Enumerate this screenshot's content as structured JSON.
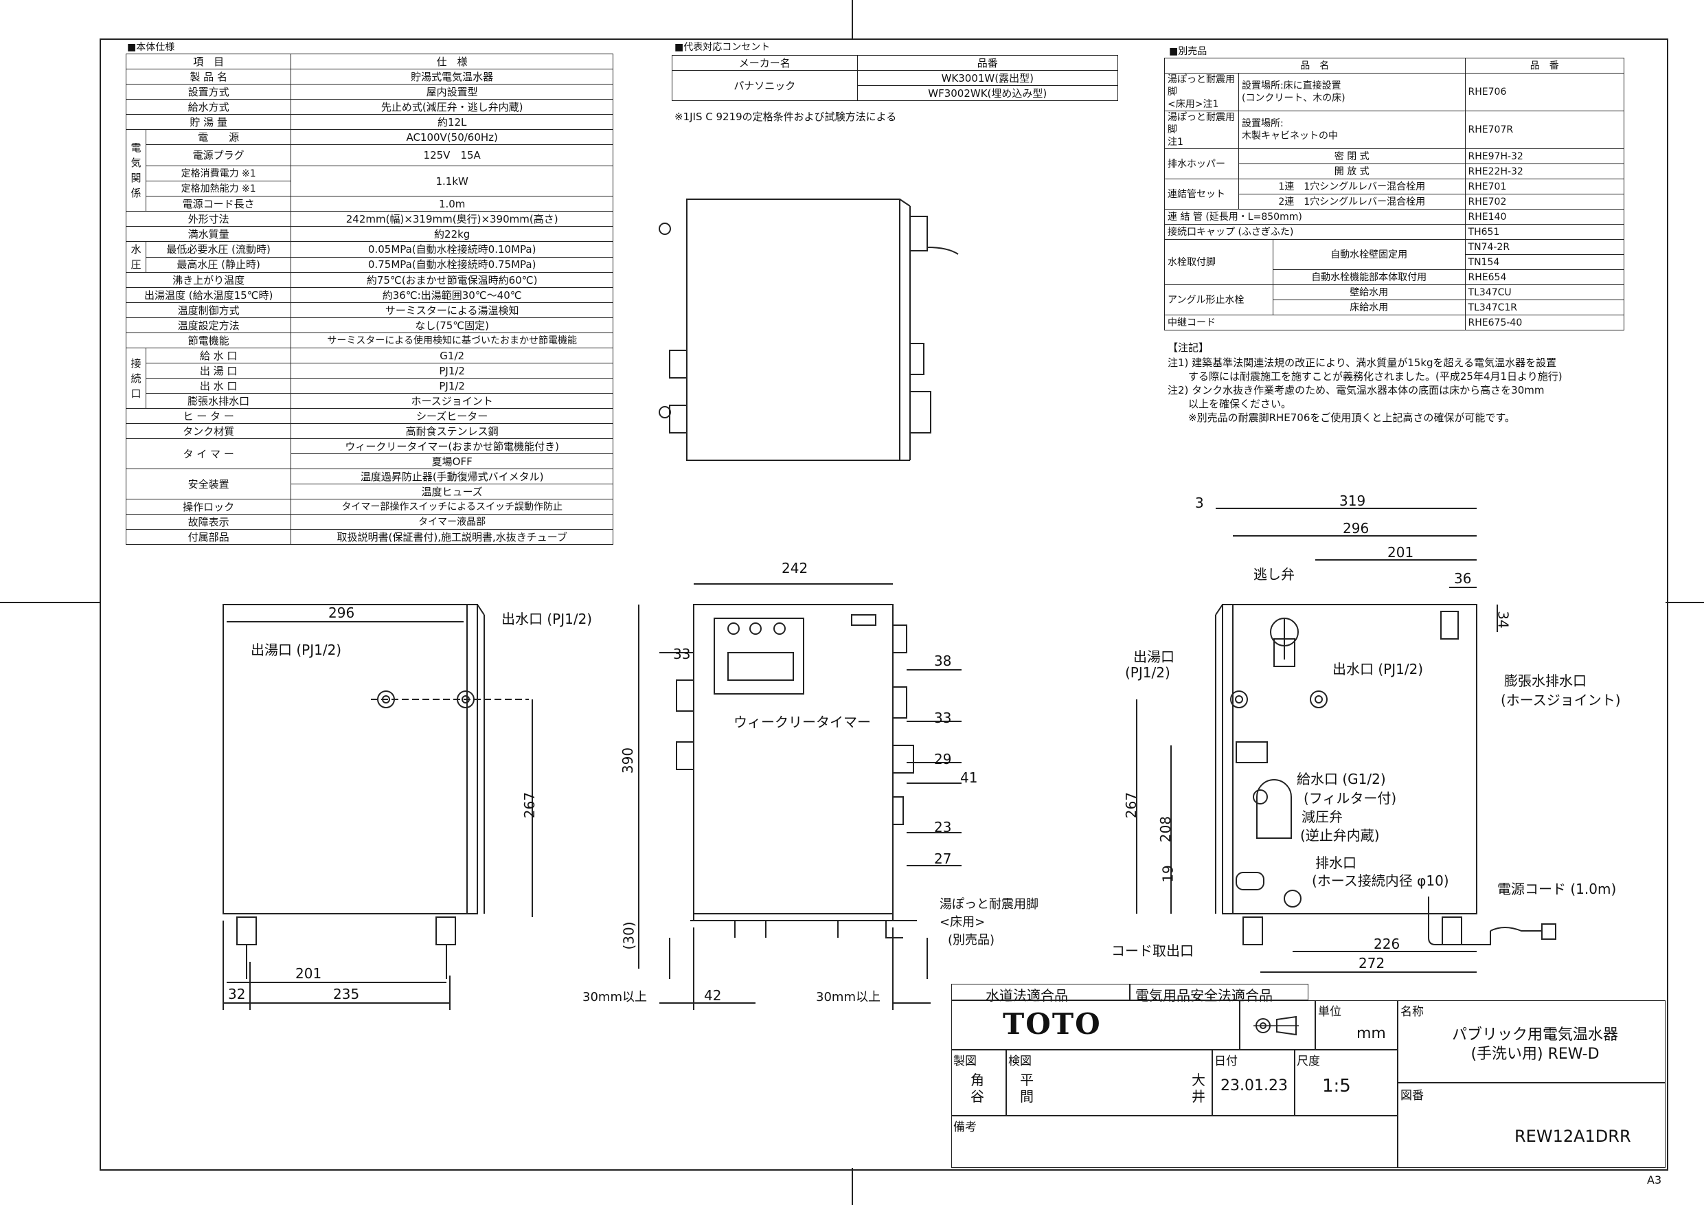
{
  "spec": {
    "title": "■本体仕様",
    "header": [
      "項　目",
      "仕　様"
    ],
    "rows": [
      {
        "group": "",
        "item": "製 品 名",
        "value": "貯湯式電気温水器"
      },
      {
        "group": "",
        "item": "設置方式",
        "value": "屋内設置型"
      },
      {
        "group": "",
        "item": "給水方式",
        "value": "先止め式(減圧弁・逃し弁内蔵)"
      },
      {
        "group": "",
        "item": "貯 湯 量",
        "value": "約12L"
      },
      {
        "group": "電気関係",
        "item": "電　　源",
        "value": "AC100V(50/60Hz)"
      },
      {
        "group": "電気関係",
        "item": "電源プラグ",
        "value": "125V　15A"
      },
      {
        "group": "電気関係",
        "item": "定格消費電力 ※1",
        "value": "1.1kW"
      },
      {
        "group": "電気関係",
        "item": "定格加熱能力 ※1",
        "value": ""
      },
      {
        "group": "電気関係",
        "item": "電源コード長さ",
        "value": "1.0m"
      },
      {
        "group": "",
        "item": "外形寸法",
        "value": "242mm(幅)×319mm(奥行)×390mm(高さ)"
      },
      {
        "group": "",
        "item": "満水質量",
        "value": "約22kg"
      },
      {
        "group": "水圧",
        "item": "最低必要水圧 (流動時)",
        "value": "0.05MPa(自動水栓接続時0.10MPa)"
      },
      {
        "group": "水圧",
        "item": "最高水圧 (静止時)",
        "value": "0.75MPa(自動水栓接続時0.75MPa)"
      },
      {
        "group": "",
        "item": "沸き上がり温度",
        "value": "約75℃(おまかせ節電保温時約60℃)"
      },
      {
        "group": "",
        "item": "出湯温度 (給水温度15℃時)",
        "value": "約36℃:出湯範囲30℃〜40℃"
      },
      {
        "group": "",
        "item": "温度制御方式",
        "value": "サーミスターによる湯温検知"
      },
      {
        "group": "",
        "item": "温度設定方法",
        "value": "なし(75℃固定)"
      },
      {
        "group": "",
        "item": "節電機能",
        "value": "サーミスターによる使用検知に基づいたおまかせ節電機能"
      },
      {
        "group": "接続口",
        "item": "給 水 口",
        "value": "G1/2"
      },
      {
        "group": "接続口",
        "item": "出 湯 口",
        "value": "PJ1/2"
      },
      {
        "group": "接続口",
        "item": "出 水 口",
        "value": "PJ1/2"
      },
      {
        "group": "接続口",
        "item": "膨張水排水口",
        "value": "ホースジョイント"
      },
      {
        "group": "",
        "item": "ヒ ー タ ー",
        "value": "シーズヒーター"
      },
      {
        "group": "",
        "item": "タンク材質",
        "value": "高耐食ステンレス鋼"
      },
      {
        "group": "",
        "item": "タ イ マ ー",
        "value": "ウィークリータイマー(おまかせ節電機能付き)"
      },
      {
        "group": "",
        "item": "",
        "value": "夏場OFF"
      },
      {
        "group": "",
        "item": "安全装置",
        "value": "温度過昇防止器(手動復帰式バイメタル)"
      },
      {
        "group": "",
        "item": "",
        "value": "温度ヒューズ"
      },
      {
        "group": "",
        "item": "操作ロック",
        "value": "タイマー部操作スイッチによるスイッチ誤動作防止"
      },
      {
        "group": "",
        "item": "故障表示",
        "value": "タイマー液晶部"
      },
      {
        "group": "",
        "item": "付属部品",
        "value": "取扱説明書(保証書付),施工説明書,水抜きチューブ"
      }
    ],
    "group_labels": {
      "elec": "電気関係",
      "water": "水圧",
      "conn": "接続口"
    }
  },
  "outlet": {
    "title": "■代表対応コンセント",
    "header": [
      "メーカー名",
      "品番"
    ],
    "maker": "パナソニック",
    "parts": [
      "WK3001W(露出型)",
      "WF3002WK(埋め込み型)"
    ],
    "footnote": "※1JIS C 9219の定格条件および試験方法による"
  },
  "options": {
    "title": "■別売品",
    "header": [
      "品　名",
      "品　番"
    ],
    "rows": [
      {
        "name": "湯ぽっと耐震用脚\n<床用>注1",
        "detail": "設置場所:床に直接設置\n(コンクリート、木の床)",
        "code": "RHE706"
      },
      {
        "name": "湯ぽっと耐震用脚\n注1",
        "detail": "設置場所:\n木製キャビネットの中",
        "code": "RHE707R"
      },
      {
        "name": "排水ホッパー",
        "detail": "密 閉 式",
        "code": "RHE97H-32"
      },
      {
        "name": "",
        "detail": "開 放 式",
        "code": "RHE22H-32"
      },
      {
        "name": "連結管セット",
        "detail": "1連　1穴シングルレバー混合栓用",
        "code": "RHE701"
      },
      {
        "name": "",
        "detail": "2連　1穴シングルレバー混合栓用",
        "code": "RHE702"
      },
      {
        "name": "連 結 管 (延長用・L=850mm)",
        "detail": "",
        "code": "RHE140"
      },
      {
        "name": "接続口キャップ (ふさぎふた)",
        "detail": "",
        "code": "TH651"
      },
      {
        "name": "水栓取付脚",
        "detail": "自動水栓壁固定用",
        "code": "TN74-2R"
      },
      {
        "name": "",
        "detail": "",
        "code": "TN154"
      },
      {
        "name": "",
        "detail": "自動水栓機能部本体取付用",
        "code": "RHE654"
      },
      {
        "name": "アングル形止水栓",
        "detail": "壁給水用",
        "code": "TL347CU"
      },
      {
        "name": "",
        "detail": "床給水用",
        "code": "TL347C1R"
      },
      {
        "name": "中継コード",
        "detail": "",
        "code": "RHE675-40"
      }
    ],
    "notes_title": "【注記】",
    "notes": [
      "注1) 建築基準法関連法規の改正により、満水質量が15kgを超える電気温水器を設置",
      "　　する際には耐震施工を施すことが義務化されました。(平成25年4月1日より施行)",
      "注2) タンク水抜き作業考慮のため、電気温水器本体の底面は床から高さを30mm",
      "　　以上を確保ください。",
      "　　※別売品の耐震脚RHE706をご使用頂くと上記高さの確保が可能です。"
    ]
  },
  "drawing": {
    "left_view": {
      "dims": [
        "296",
        "267",
        "201",
        "32",
        "235"
      ],
      "labels": [
        "出湯口 (PJ1/2)",
        "出水口 (PJ1/2)"
      ]
    },
    "front_view": {
      "dims": [
        "242",
        "390",
        "(30)",
        "33",
        "38",
        "33",
        "29",
        "41",
        "23",
        "27",
        "42"
      ],
      "labels": [
        "ウィークリータイマー",
        "30mm以上",
        "30mm以上",
        "湯ぽっと耐震用脚",
        "<床用>",
        "(別売品)"
      ]
    },
    "right_view": {
      "dims": [
        "3",
        "319",
        "296",
        "201",
        "36",
        "34",
        "267",
        "208",
        "19",
        "226",
        "272"
      ],
      "labels": [
        "逃し弁",
        "出湯口",
        "(PJ1/2)",
        "出水口 (PJ1/2)",
        "膨張水排水口",
        "(ホースジョイント)",
        "給水口 (G1/2)",
        "(フィルター付)",
        "減圧弁",
        "(逆止弁内蔵)",
        "排水口",
        "(ホース接続内径 φ10)",
        "電源コード (1.0m)",
        "コード取出口"
      ]
    }
  },
  "title_block": {
    "cert1": "水道法適合品",
    "cert2": "電気用品安全法適合品",
    "brand": "TOTO",
    "unit_label": "単位",
    "unit": "mm",
    "name_label": "名称",
    "product_name": [
      "パブリック用電気温水器",
      "(手洗い用) REW-D"
    ],
    "drawn_label": "製図",
    "drawn_by": "角谷",
    "checked_label": "検図",
    "checked_by": "平間",
    "approved_by": "大井",
    "date_label": "日付",
    "date": "23.01.23",
    "scale_label": "尺度",
    "scale": "1:5",
    "drawing_no_label": "図番",
    "drawing_no": "REW12A1DRR",
    "remarks_label": "備考",
    "sheet_size": "A3"
  }
}
